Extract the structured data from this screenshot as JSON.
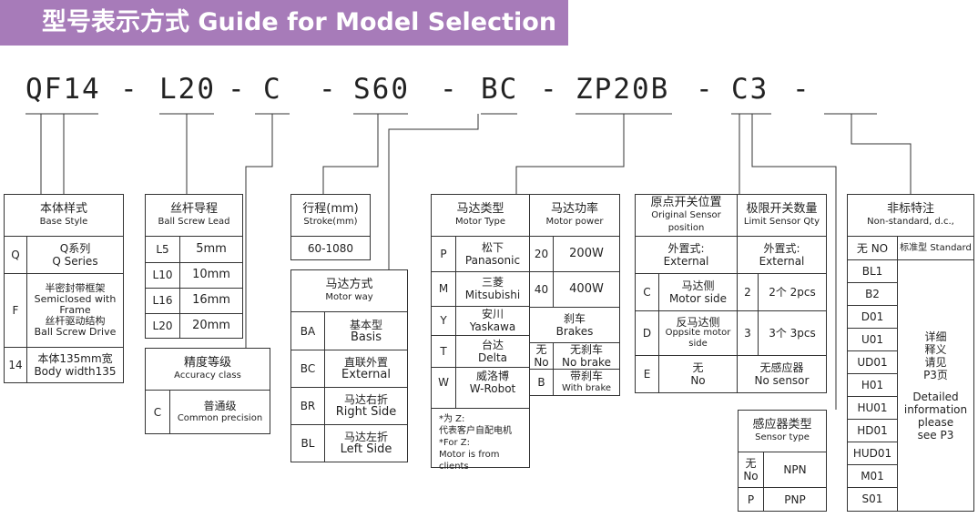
{
  "banner": {
    "title": "型号表示方式  Guide for Model Selection"
  },
  "model_code": [
    "QF14",
    "-",
    "L20",
    "-",
    "C",
    "-",
    "S60",
    "-",
    "BC",
    "-",
    "ZP20B",
    "-",
    "C3",
    "-"
  ],
  "base_style": {
    "title_zh": "本体样式",
    "title_en": "Base    Style",
    "rows": [
      {
        "code": "Q",
        "desc": [
          "Q系列",
          "Q Series"
        ]
      },
      {
        "code": "F",
        "desc": [
          "半密封带框架",
          "Semiclosed with",
          "Frame",
          "丝杆驱动结构",
          "Ball Screw Drive"
        ]
      },
      {
        "code": "14",
        "desc": [
          "本体135mm宽",
          "Body width135"
        ]
      }
    ]
  },
  "screw_lead": {
    "title_zh": "丝杆导程",
    "title_en": "Ball Screw Lead",
    "rows": [
      {
        "code": "L5",
        "value": "5mm"
      },
      {
        "code": "L10",
        "value": "10mm"
      },
      {
        "code": "L16",
        "value": "16mm"
      },
      {
        "code": "L20",
        "value": "20mm"
      }
    ]
  },
  "accuracy": {
    "title_zh": "精度等级",
    "title_en": "Accuracy class",
    "rows": [
      {
        "code": "C",
        "desc": [
          "普通级",
          "Common precision"
        ]
      }
    ]
  },
  "stroke": {
    "title_zh": "行程(mm)",
    "title_en": "Stroke(mm)",
    "value": "60-1080"
  },
  "motor_way": {
    "title_zh": "马达方式",
    "title_en": "Motor way",
    "rows": [
      {
        "code": "BA",
        "desc": [
          "基本型",
          "Basis"
        ]
      },
      {
        "code": "BC",
        "desc": [
          "直联外置",
          "External"
        ]
      },
      {
        "code": "BR",
        "desc": [
          "马达右折",
          "Right Side"
        ]
      },
      {
        "code": "BL",
        "desc": [
          "马达左折",
          "Left Side"
        ]
      }
    ]
  },
  "motor_type": {
    "title_zh": "马达类型",
    "title_en": "Motor Type",
    "rows": [
      {
        "code": "P",
        "desc": [
          "松下",
          "Panasonic"
        ]
      },
      {
        "code": "M",
        "desc": [
          "三菱",
          "Mitsubishi"
        ]
      },
      {
        "code": "Y",
        "desc": [
          "安川",
          "Yaskawa"
        ]
      },
      {
        "code": "T",
        "desc": [
          "台达",
          "Delta"
        ]
      },
      {
        "code": "W",
        "desc": [
          "威洛博",
          "W-Robot"
        ]
      }
    ],
    "note": [
      "*为 Z:",
      "代表客户自配电机",
      "*For Z:",
      "Motor is from",
      "clients"
    ]
  },
  "motor_power": {
    "title_zh": "马达功率",
    "title_en": "Motor power",
    "rows": [
      {
        "code": "20",
        "value": "200W"
      },
      {
        "code": "40",
        "value": "400W"
      }
    ],
    "brakes_title": [
      "刹车",
      "Brakes"
    ],
    "brakes": [
      {
        "code": [
          "无",
          "No"
        ],
        "desc": [
          "无刹车",
          "No brake"
        ]
      },
      {
        "code": [
          "B"
        ],
        "desc": [
          "带刹车",
          "With brake"
        ]
      }
    ]
  },
  "origin_sensor": {
    "title_zh": "原点开关位置",
    "title_en": [
      "Original Sensor",
      "position"
    ],
    "external": [
      "外置式:",
      "External"
    ],
    "rows": [
      {
        "code": "C",
        "desc": [
          "马达侧",
          "Motor side"
        ]
      },
      {
        "code": "D",
        "desc": [
          "反马达侧",
          "Oppsite motor",
          "side"
        ]
      },
      {
        "code": "E",
        "desc": [
          "无",
          "No"
        ]
      }
    ]
  },
  "limit_sensor": {
    "title_zh": "极限开关数量",
    "title_en": "Limit Sensor Qty",
    "external": [
      "外置式:",
      "External"
    ],
    "rows": [
      {
        "code": "2",
        "desc": "2个 2pcs"
      },
      {
        "code": "3",
        "desc": "3个 3pcs"
      }
    ],
    "none": [
      "无感应器",
      "No sensor"
    ]
  },
  "sensor_type": {
    "title_zh": "感应器类型",
    "title_en": "Sensor type",
    "rows": [
      {
        "code": [
          "无",
          "No"
        ],
        "desc": "NPN"
      },
      {
        "code": [
          "P"
        ],
        "desc": "PNP"
      }
    ]
  },
  "non_standard": {
    "title_zh": "非标特注",
    "title_en": "Non-standard, d.c.,",
    "first_row": {
      "code": "无 NO",
      "desc": "标准型 Standard"
    },
    "codes": [
      "BL1",
      "B2",
      "D01",
      "U01",
      "UD01",
      "H01",
      "HU01",
      "HD01",
      "HUD01",
      "M01",
      "S01"
    ],
    "detail": [
      "详细",
      "释义",
      "请见",
      "P3页",
      "",
      "Detailed",
      "information",
      "please",
      "see P3"
    ]
  }
}
